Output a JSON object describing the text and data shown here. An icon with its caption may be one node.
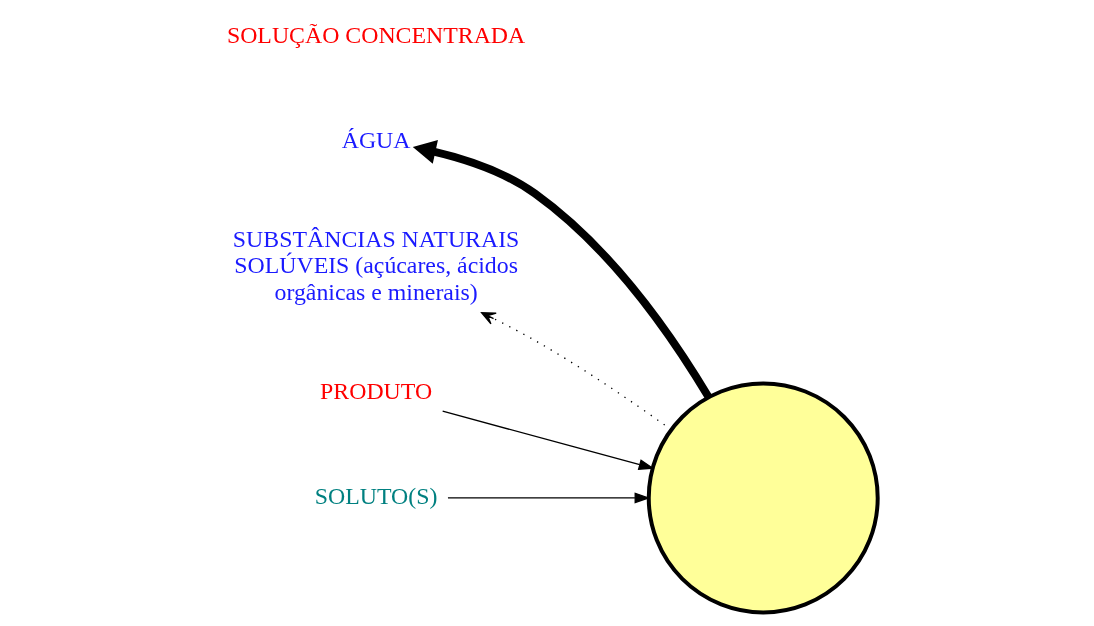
{
  "diagram": {
    "nodes": [
      {
        "text": [],
        "shape": "circle"
      },
      {
        "text": [
          "PRODUTO"
        ]
      },
      {
        "text": [
          "ÁGUA"
        ]
      },
      {
        "text": [
          "SOLUTO(S)"
        ]
      },
      {
        "text": [
          "SUBSTÂNCIAS NATURAIS SOLÚVEIS (açúcares, ácidos orgânicas e minerais)"
        ]
      }
    ],
    "edges": [
      {
        "from": 1,
        "to": 0,
        "arrow": "to"
      },
      {
        "from": 0,
        "to": 2,
        "arrow": "to",
        "style": "thick"
      },
      {
        "from": 3,
        "to": 0,
        "arrow": "to"
      },
      {
        "from": 0,
        "to": 4,
        "arrow": "to",
        "style": "dashed"
      }
    ],
    "labels": [
      "SOLUÇÃO CONCENTRADA"
    ]
  }
}
